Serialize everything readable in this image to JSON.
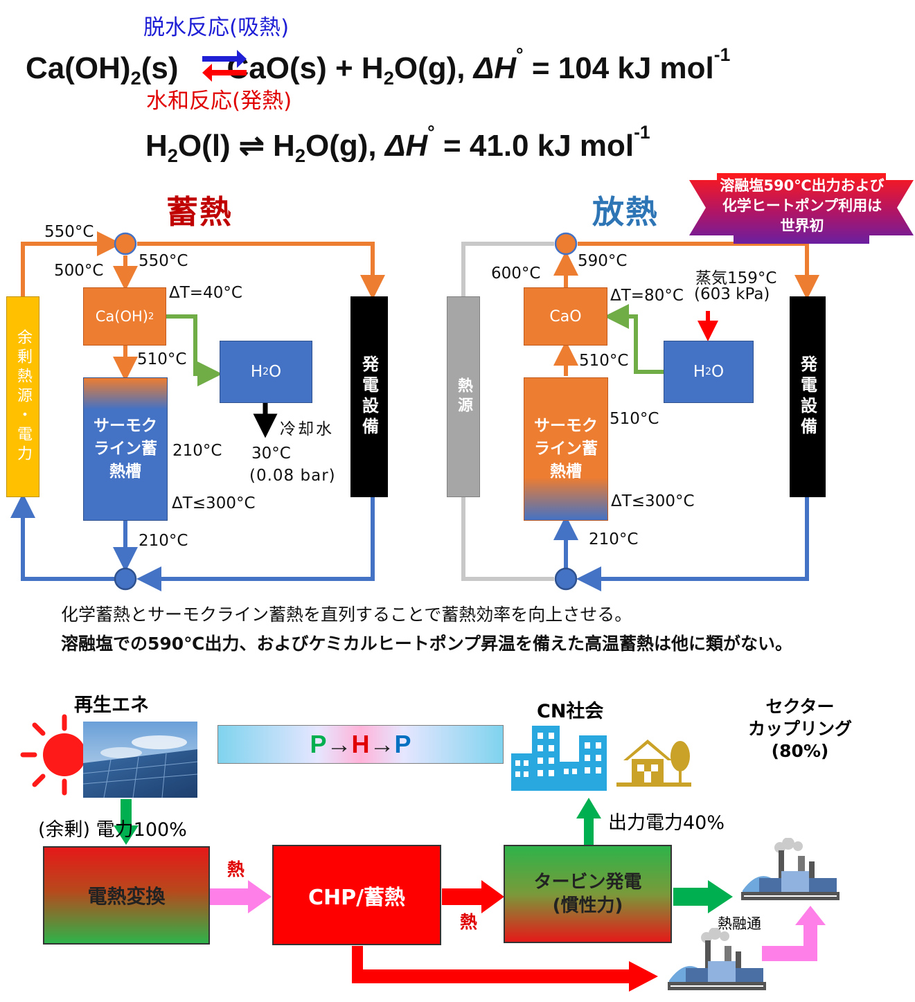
{
  "equations": {
    "dehydration_label": "脱水反応(吸熱)",
    "hydration_label": "水和反応(発熱)",
    "eq1_lhs": "Ca(OH)",
    "eq1_lhs_sub": "2",
    "eq1_lhs_state": "(s)",
    "eq1_rhs_a": "CaO(s) + H",
    "eq1_rhs_sub": "2",
    "eq1_rhs_b": "O(g), ",
    "eq1_dh": "ΔH",
    "eq1_deg": "°",
    "eq1_val": " = 104 kJ mol",
    "eq1_exp": "-1",
    "eq2_a": "H",
    "eq2_sub1": "2",
    "eq2_b": "O(l) ⇌ H",
    "eq2_sub2": "2",
    "eq2_c": "O(g), ",
    "eq2_dh": "ΔH",
    "eq2_deg": "°",
    "eq2_val": " = 41.0 kJ mol",
    "eq2_exp": "-1"
  },
  "storage": {
    "title": "蓄熱",
    "t_in_left": "550°C",
    "t_500": "500°C",
    "t_550": "550°C",
    "dt40": "ΔT=40°C",
    "caoh2": "Ca(OH)",
    "caoh2_sub": "2",
    "t_510": "510°C",
    "h2o": "H",
    "h2o_sub": "2",
    "h2o_o": "O",
    "cooling": "冷却水",
    "t_30": "30°C",
    "pressure": "(0.08 bar)",
    "tank": "サーモクライン蓄熱槽",
    "t_210_side": "210°C",
    "dt300": "ΔT≤300°C",
    "t_210_bottom": "210°C",
    "source_col": "余剰熱源・電力",
    "power_col": "発電設備"
  },
  "release": {
    "title": "放熱",
    "banner": "溶融塩590℃出力および化学ヒートポンプ利用は世界初",
    "t_600": "600°C",
    "t_590": "590°C",
    "steam": "蒸気159°C",
    "steam_p": "(603 kPa)",
    "dt80": "ΔT=80°C",
    "cao": "CaO",
    "t_510a": "510°C",
    "h2o": "H",
    "h2o_sub": "2",
    "h2o_o": "O",
    "t_510b": "510°C",
    "tank": "サーモクライン蓄熱槽",
    "dt300": "ΔT≤300°C",
    "t_210": "210°C",
    "heat_col": "熱源",
    "power_col": "発電設備"
  },
  "summary": {
    "line1": "化学蓄熱とサーモクライン蓄熱を直列することで蓄熱効率を向上させる。",
    "line2": "溶融塩での590℃出力、およびケミカルヒートポンプ昇温を備えた高温蓄熱は他に類がない。"
  },
  "flow": {
    "renewable": "再生エネ",
    "pht_p1": "P",
    "pht_arrow1": " → ",
    "pht_h": "H",
    "pht_arrow2": " → ",
    "pht_p2": "P",
    "cn_society": "CN社会",
    "sector_coupling": "セクター\nカップリング\n(80%)",
    "surplus": "(余剰) 電力100%",
    "output_power": "出力電力40%",
    "e2h": "電熱変換",
    "heat1": "熱",
    "chp": "CHP/蓄熱",
    "heat2": "熱",
    "turbine": "タービン発電\n(慣性力)",
    "heat_share": "熱融通"
  },
  "colors": {
    "orange": "#ed7d31",
    "blue": "#4472c4",
    "green": "#70ad47",
    "flow_green": "#00b050",
    "red": "#ff0000",
    "pink": "#ff7fe8",
    "yellow": "#ffc000",
    "gray": "#a6a6a6",
    "title_red": "#c00000",
    "title_blue": "#2e75b6",
    "building_blue": "#29a8e0",
    "house_gold": "#c9a227"
  }
}
